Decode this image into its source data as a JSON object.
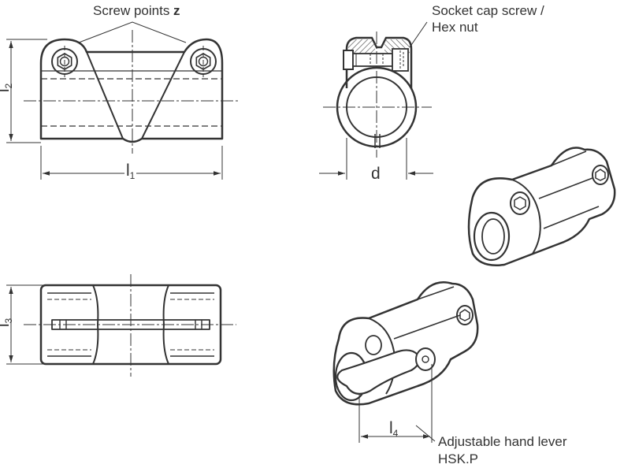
{
  "labels": {
    "screw_points_prefix": "Screw points ",
    "screw_points_var": "z",
    "socket_line1": "Socket cap screw /",
    "socket_line2": "Hex nut",
    "hand_lever_line1": "Adjustable hand lever",
    "hand_lever_line2": "HSK.P"
  },
  "dimensions": {
    "l2_base": "l",
    "l2_sub": "2",
    "l1_base": "l",
    "l1_sub": "1",
    "d": "d",
    "l3_base": "l",
    "l3_sub": "3",
    "l4_base": "l",
    "l4_sub": "4"
  },
  "colors": {
    "line": "#333333",
    "hatch": "#444444",
    "background": "#ffffff"
  }
}
